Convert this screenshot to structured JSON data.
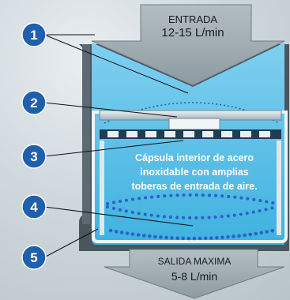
{
  "inlet": {
    "title": "ENTRADA",
    "flow": "12-15 L/min"
  },
  "outlet": {
    "title": "SALIDA MAXIMA",
    "flow": "5-8 L/min"
  },
  "capsule_text": [
    "Cápsula interior de acero",
    "inoxidable con amplias",
    "toberas de entrada de aire."
  ],
  "callouts": [
    "1",
    "2",
    "3",
    "4",
    "5"
  ],
  "colors": {
    "water": "#58bfe6",
    "callout": "#1f5fae",
    "housing": "#48545c",
    "arrow": "#9aa6ad",
    "dots": "#2a62c9"
  }
}
